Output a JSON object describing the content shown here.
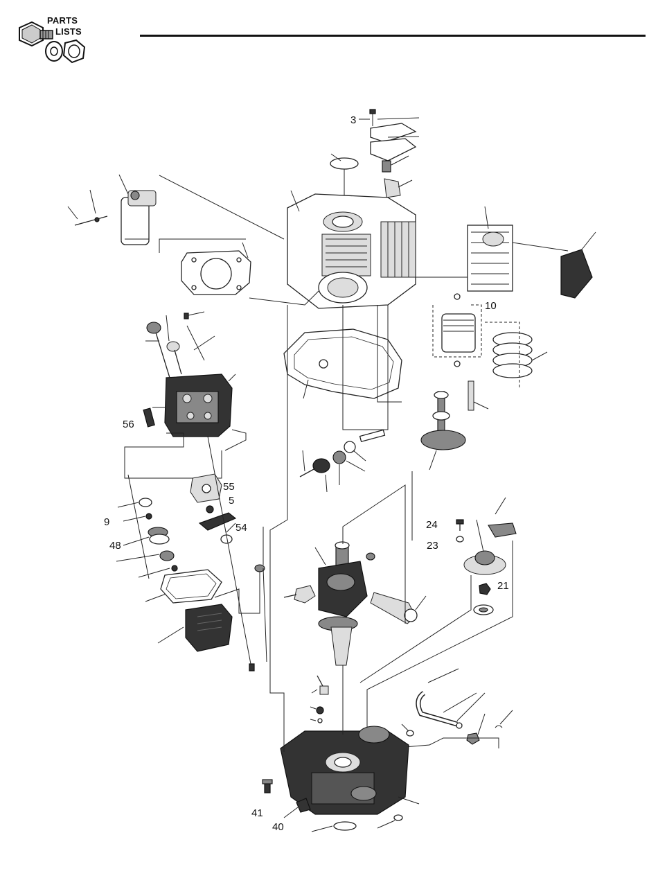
{
  "header": {
    "logo_line1": "PARTS",
    "logo_line2": "LISTS"
  },
  "callouts": {
    "c3": "3",
    "c10": "10",
    "c56": "56",
    "c55": "55",
    "c5": "5",
    "c54": "54",
    "c9": "9",
    "c48": "48",
    "c24": "24",
    "c23": "23",
    "c21": "21",
    "c41": "41",
    "c40": "40"
  }
}
